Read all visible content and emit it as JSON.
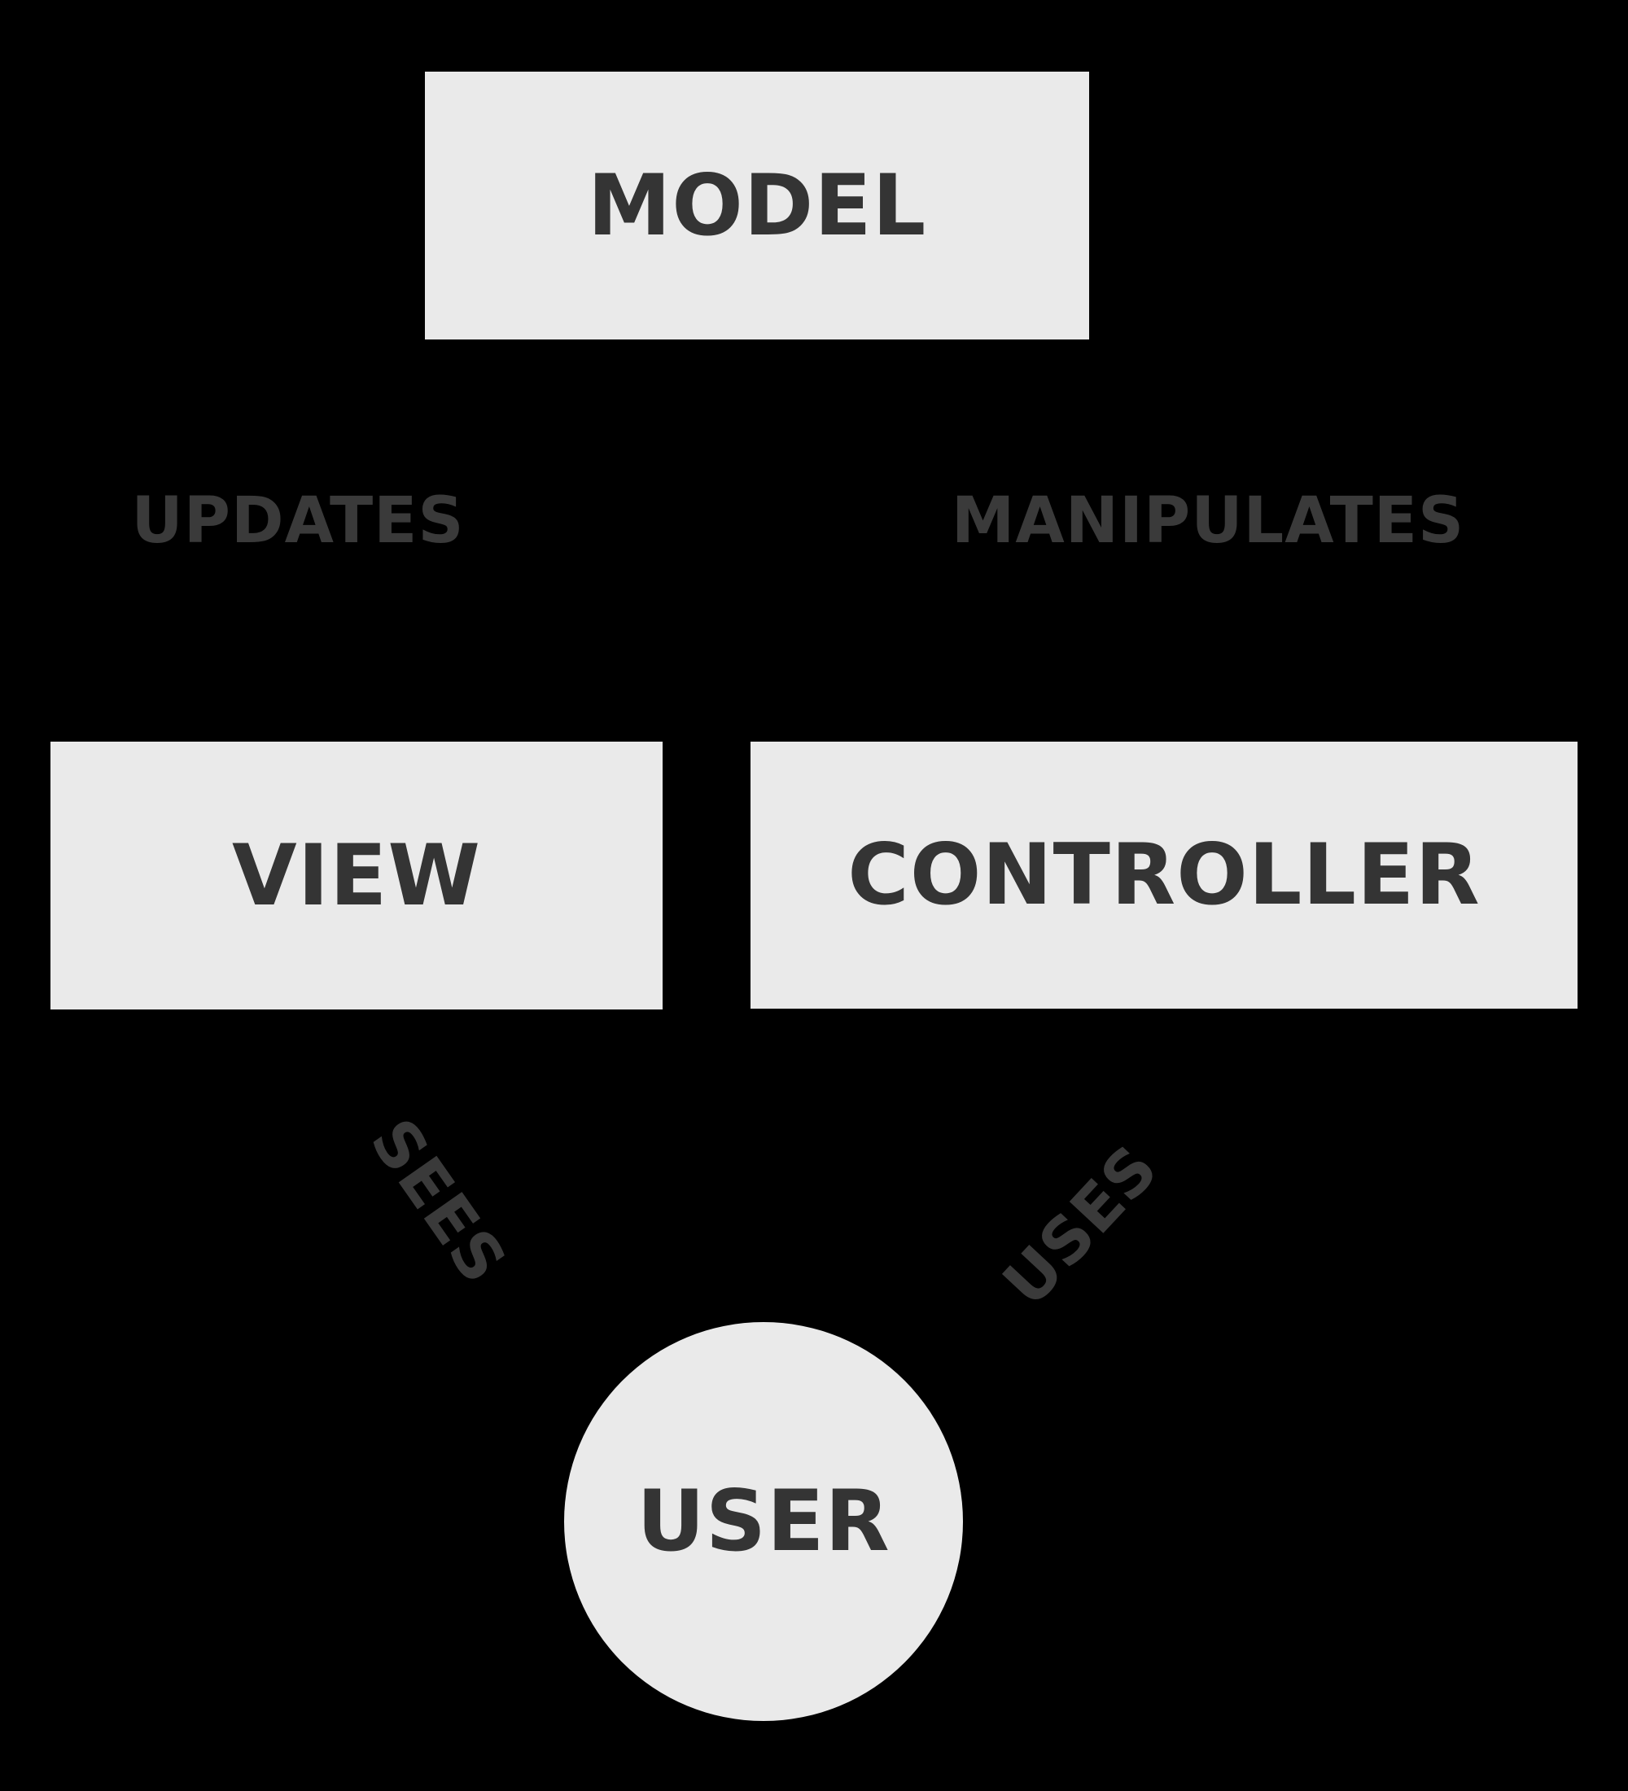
{
  "colors": {
    "background": "#000000",
    "shape_fill": "#eaeaea",
    "shape_text": "#343434",
    "connector_text": "#3a3a3a"
  },
  "nodes": {
    "model": "MODEL",
    "view": "VIEW",
    "controller": "CONTROLLER",
    "user": "USER"
  },
  "relations": {
    "updates": "UPDATES",
    "manipulates": "MANIPULATES",
    "sees": "SEES",
    "uses": "USES"
  }
}
